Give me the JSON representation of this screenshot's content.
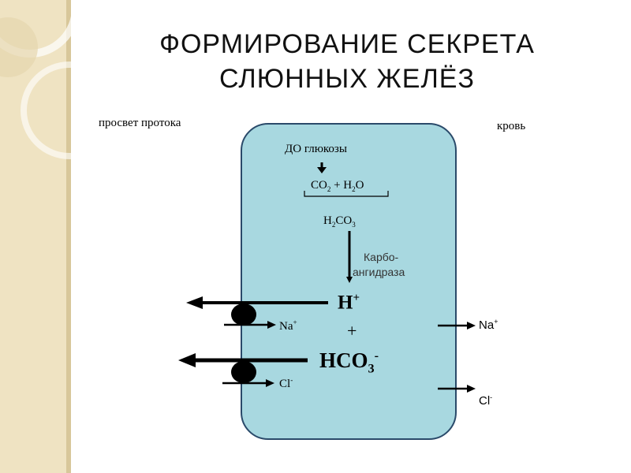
{
  "title": {
    "line1": "ФОРМИРОВАНИЕ СЕКРЕТА",
    "line2": "СЛЮННЫХ ЖЕЛЁЗ"
  },
  "labels": {
    "lumen": "просвет протока",
    "blood": "кровь",
    "glucose": "ДО глюкозы",
    "co2": "CO",
    "co2_sub": "2",
    "plus_h2o": " + H",
    "h2o_sub": "2",
    "h2o_o": "O",
    "h2co3_h": "H",
    "h2co3_h_sub": "2",
    "h2co3_co": "CO",
    "h2co3_sub": "3",
    "enzyme_line1": "Карбо-",
    "enzyme_line2": "ангидраза",
    "h_ion": "H",
    "h_ion_sup": "+",
    "plus": "+",
    "hco3": "HCO",
    "hco3_sub": "3",
    "hco3_sup": "-",
    "na_left": "Na",
    "na_left_sup": "+",
    "cl_left": "Cl",
    "cl_left_sup": "-",
    "na_right": "Na",
    "na_right_sup": "+",
    "cl_right": "Cl",
    "cl_right_sup": "-"
  },
  "colors": {
    "cell_fill": "#a8d8e0",
    "cell_stroke": "#2a4a6a",
    "sidebar": "#efe3c2",
    "sidebar_stripe": "#d8c79a"
  }
}
